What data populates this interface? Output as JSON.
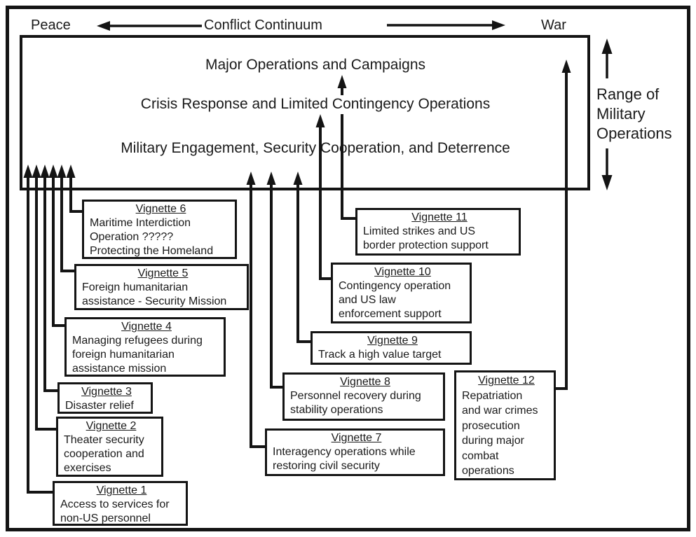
{
  "header": {
    "peace": "Peace",
    "continuum": "Conflict Continuum",
    "war": "War"
  },
  "range_label": {
    "lines": [
      "Range of",
      "Military",
      "Operations"
    ]
  },
  "levels": [
    "Major Operations and Campaigns",
    "Crisis Response and Limited Contingency Operations",
    "Military Engagement, Security Cooperation, and Deterrence"
  ],
  "vignettes": [
    {
      "title": "Vignette 1",
      "lines": [
        "Access to services for",
        "non-US personnel"
      ]
    },
    {
      "title": "Vignette 2",
      "lines": [
        "Theater security",
        "cooperation and",
        "exercises"
      ]
    },
    {
      "title": "Vignette 3",
      "lines": [
        "Disaster relief"
      ]
    },
    {
      "title": "Vignette 4",
      "lines": [
        "Managing refugees during",
        "foreign humanitarian",
        "assistance mission"
      ]
    },
    {
      "title": "Vignette 5",
      "lines": [
        "Foreign humanitarian",
        "assistance - Security Mission"
      ]
    },
    {
      "title": "Vignette 6",
      "lines": [
        "Maritime Interdiction",
        "Operation ?????",
        "Protecting the Homeland"
      ]
    },
    {
      "title": "Vignette 7",
      "lines": [
        "Interagency operations while",
        "restoring civil security"
      ]
    },
    {
      "title": "Vignette 8",
      "lines": [
        "Personnel recovery during",
        "stability operations"
      ]
    },
    {
      "title": "Vignette 9",
      "lines": [
        "Track a high value target"
      ]
    },
    {
      "title": "Vignette 10",
      "lines": [
        "Contingency operation",
        "and US law",
        "enforcement support"
      ]
    },
    {
      "title": "Vignette 11",
      "lines": [
        "Limited strikes and US",
        "border protection support"
      ]
    },
    {
      "title": "Vignette 12",
      "lines": [
        "Repatriation",
        "and war crimes",
        "prosecution",
        "during major",
        "combat",
        "operations"
      ]
    }
  ]
}
